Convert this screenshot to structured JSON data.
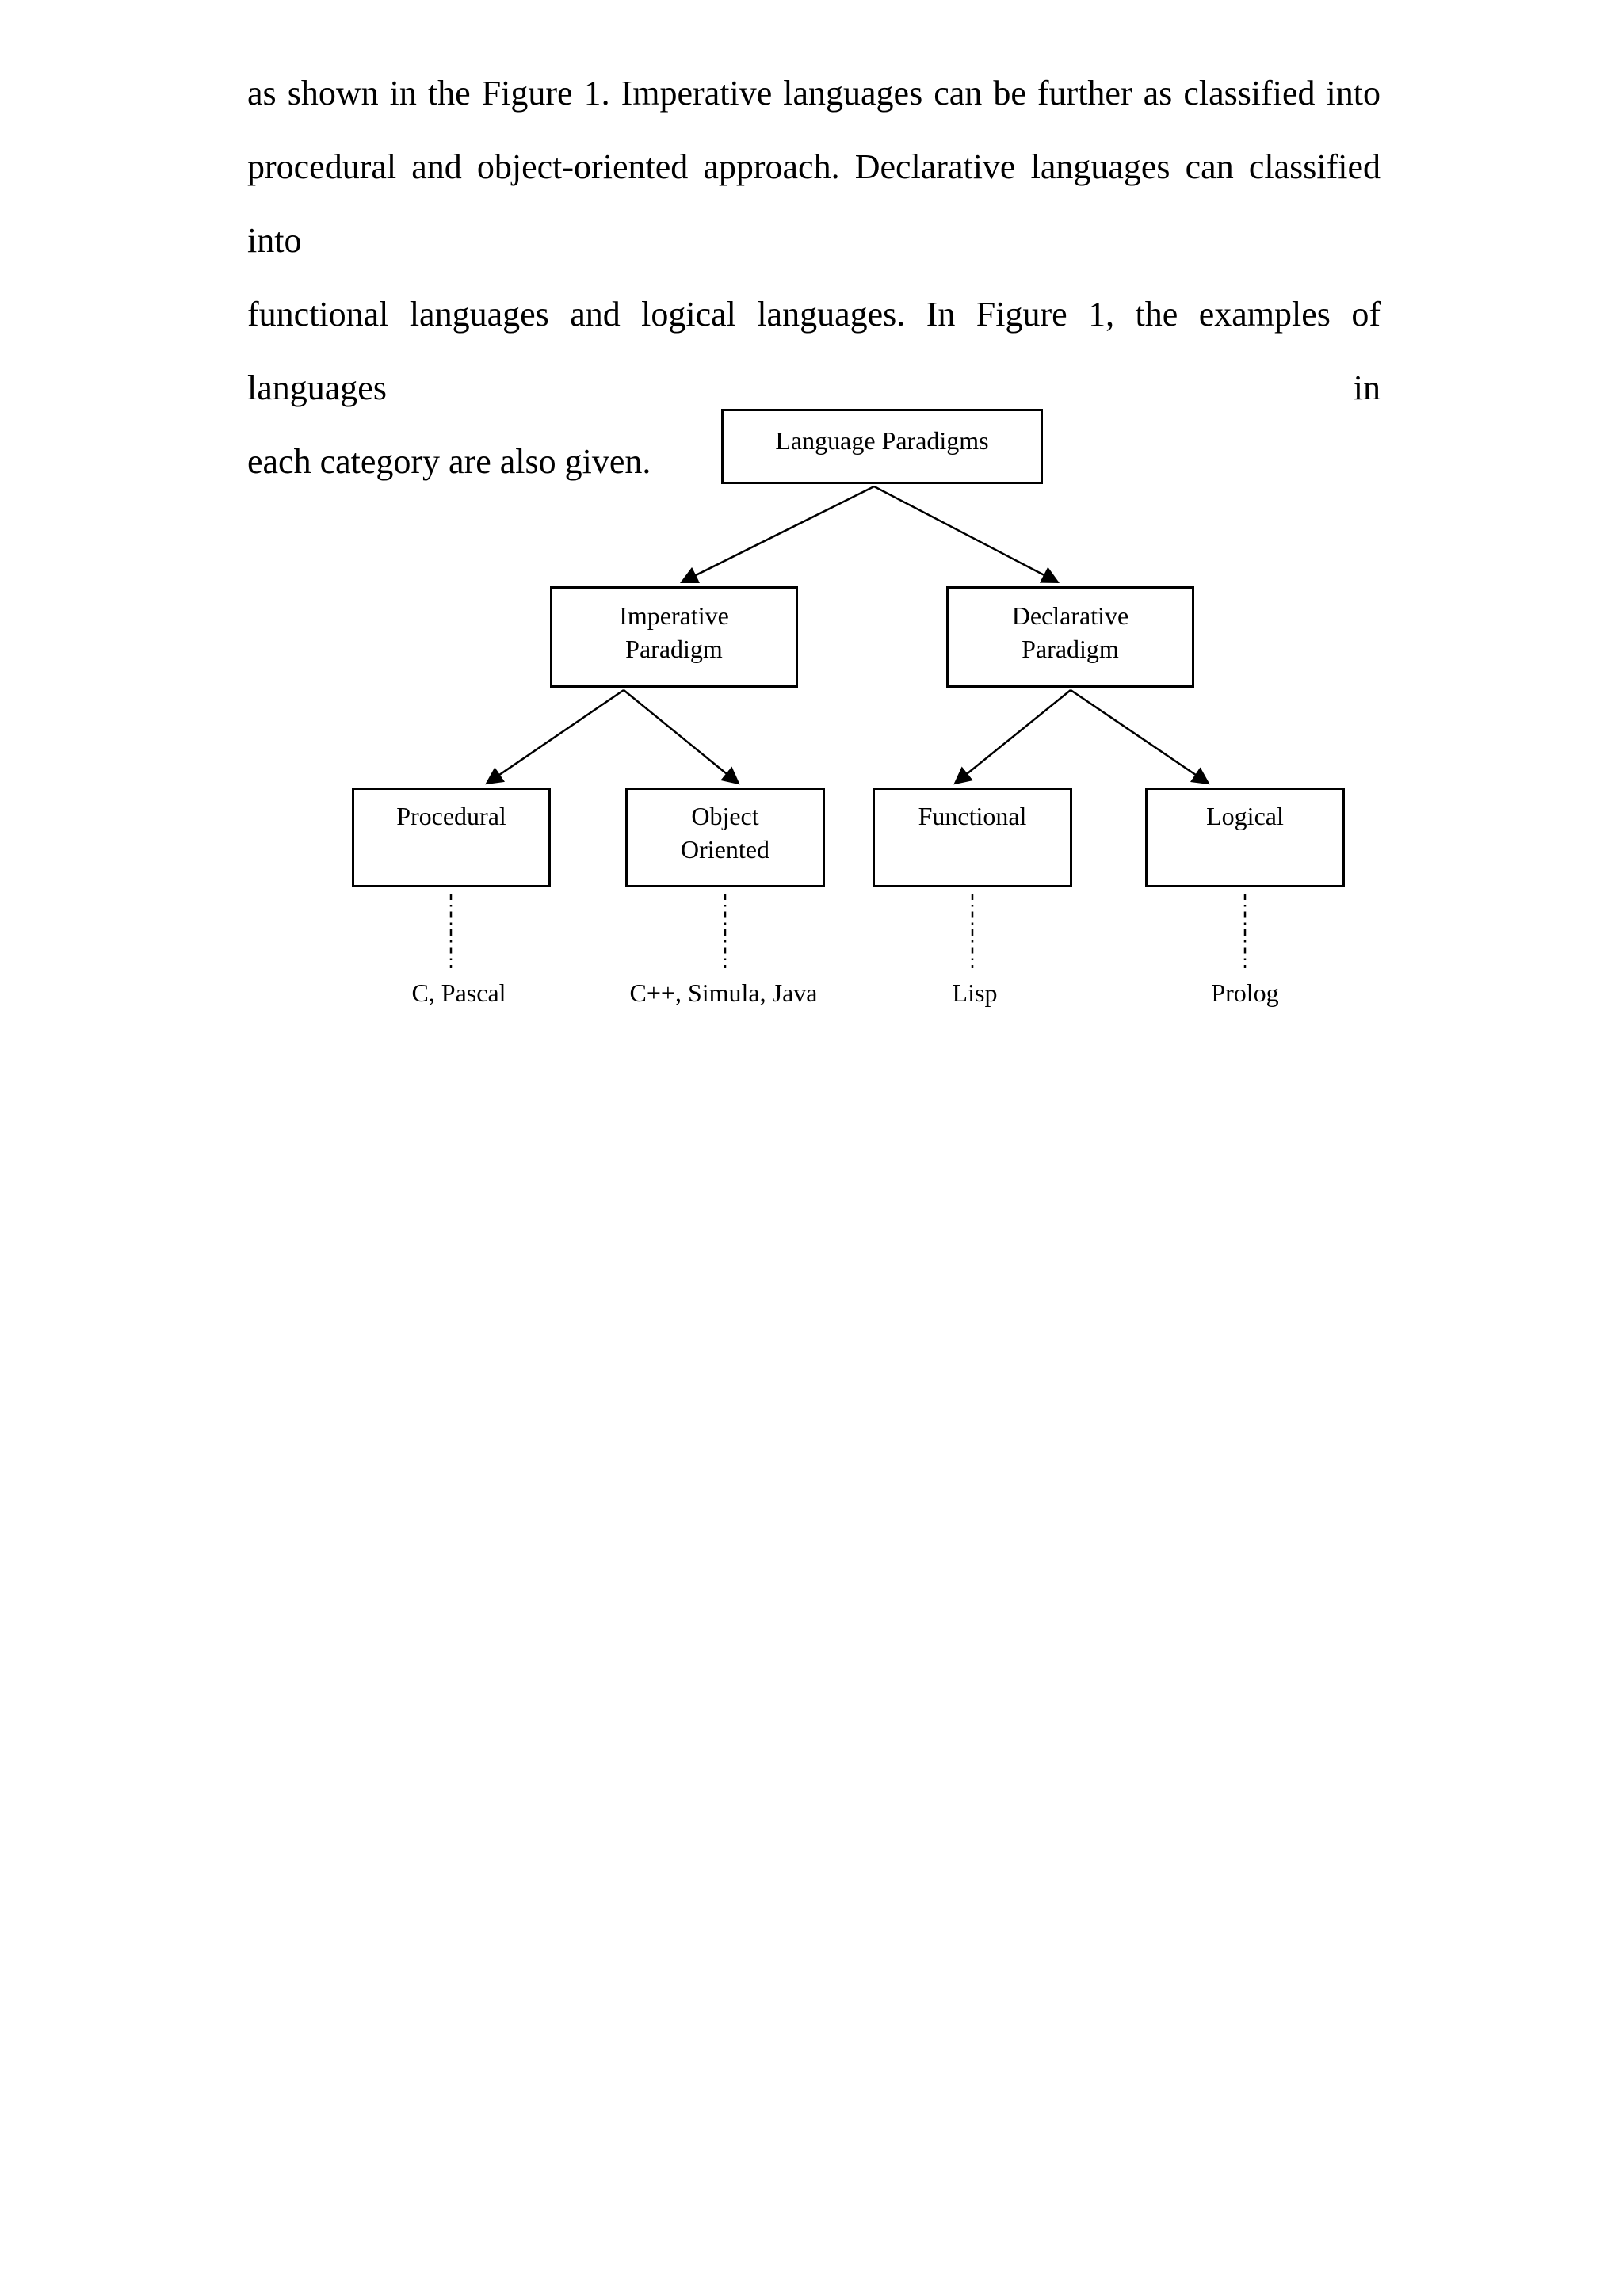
{
  "document": {
    "paragraph_lines": [
      "as shown in the Figure 1. Imperative languages can be further as classified into",
      "procedural and object-oriented approach. Declarative languages can classified into",
      "functional languages and logical languages. In Figure 1, the examples of languages in",
      "each category are also given."
    ]
  },
  "figure": {
    "root_label": "Language Paradigms",
    "nodes": {
      "imperative": "Imperative\nParadigm",
      "declarative": "Declarative\nParadigm",
      "procedural": "Procedural",
      "object_oriented": "Object\nOriented",
      "functional": "Functional",
      "logical": "Logical"
    },
    "examples": [
      "C, Pascal",
      "C++, Simula, Java",
      "Lisp",
      "Prolog"
    ],
    "colors": {
      "ink": "#000000",
      "background": "#ffffff"
    }
  }
}
